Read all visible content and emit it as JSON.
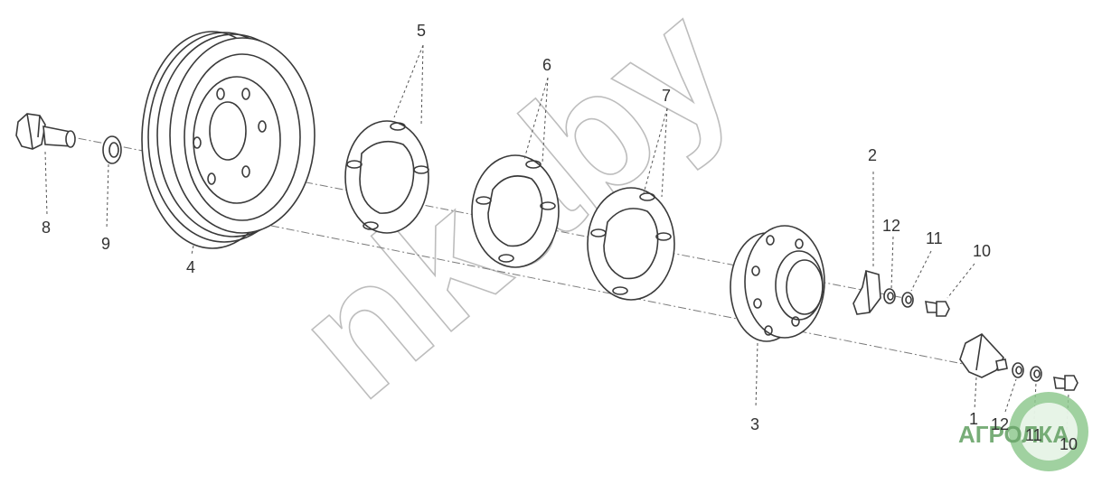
{
  "watermark": {
    "text": "nkaby",
    "logo_text": "АГРОЛКА"
  },
  "callouts": {
    "part_1": "1",
    "part_2": "2",
    "part_3": "3",
    "part_4": "4",
    "part_5": "5",
    "part_6": "6",
    "part_7": "7",
    "part_8": "8",
    "part_9": "9",
    "part_10_upper": "10",
    "part_10_lower": "10",
    "part_11_upper": "11",
    "part_11_lower": "11",
    "part_12_upper": "12",
    "part_12_lower": "12"
  },
  "colors": {
    "line": "#3a3a3a",
    "watermark": "#bdbdbd",
    "logo": "#8fc98f"
  }
}
